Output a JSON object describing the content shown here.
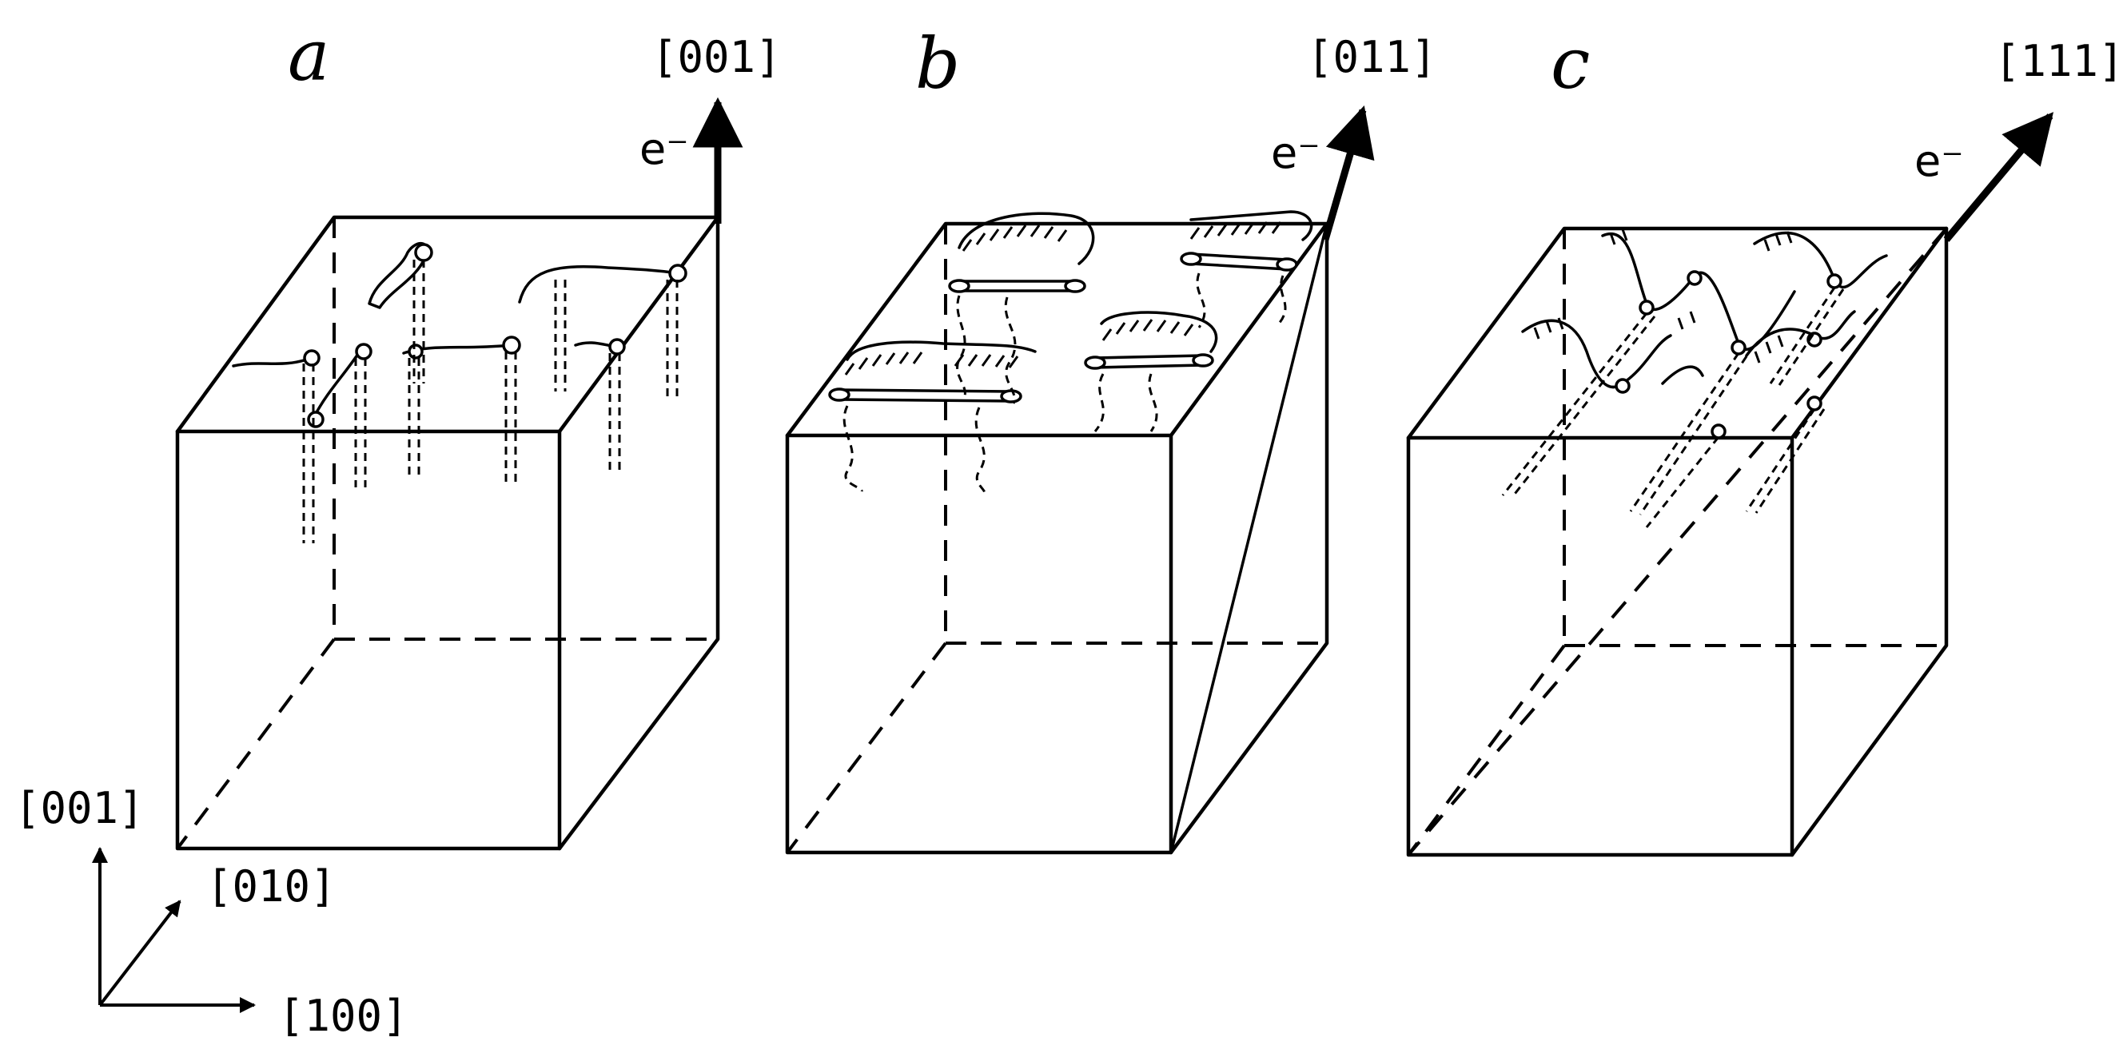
{
  "panels": [
    {
      "letter": "a",
      "direction": "[001]",
      "beam": "e⁻"
    },
    {
      "letter": "b",
      "direction": "[011]",
      "beam": "e⁻"
    },
    {
      "letter": "c",
      "direction": "[111]",
      "beam": "e⁻"
    }
  ],
  "axes": {
    "vertical": "[001]",
    "diagonal": "[010]",
    "horizontal": "[100]"
  }
}
